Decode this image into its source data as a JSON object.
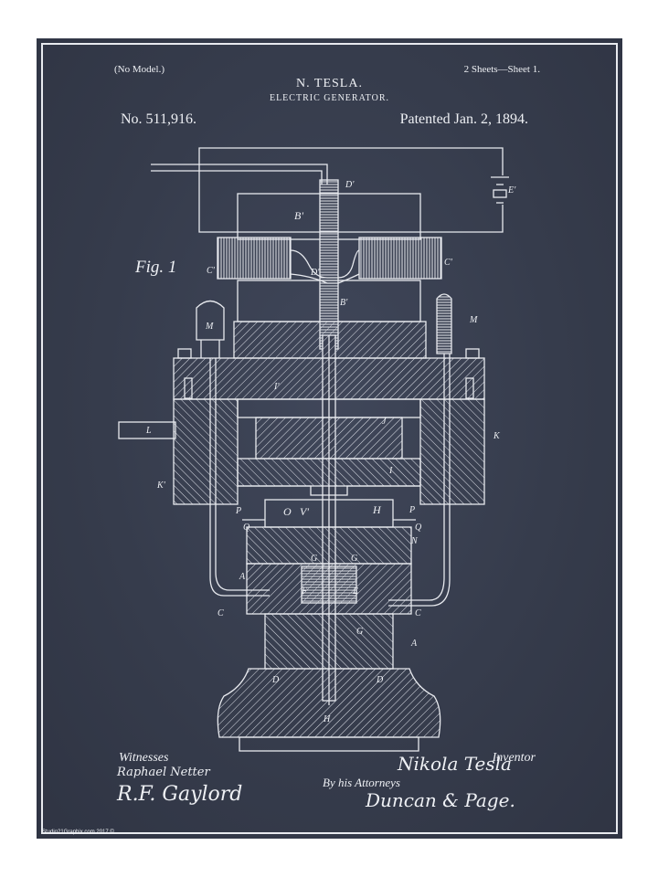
{
  "header": {
    "no_model": "(No Model.)",
    "sheets": "2 Sheets—Sheet 1.",
    "inventor_name": "N. TESLA.",
    "title": "ELECTRIC GENERATOR.",
    "patent_number": "No. 511,916.",
    "patent_date": "Patented Jan. 2, 1894."
  },
  "figure_label": "Fig. 1",
  "reference_letters": [
    "D'",
    "B'",
    "E'",
    "C'",
    "C'",
    "D'",
    "B'",
    "M",
    "M",
    "L",
    "I'",
    "J",
    "K",
    "I",
    "K'",
    "O",
    "V'",
    "H",
    "P",
    "P",
    "Q",
    "Q",
    "N",
    "G",
    "G",
    "A",
    "F",
    "E",
    "C",
    "C",
    "G",
    "A",
    "D",
    "D",
    "H"
  ],
  "footer": {
    "witnesses_label": "Witnesses",
    "inventor_label": "Inventor",
    "attorneys_label": "By his Attorneys",
    "witness_signature_1": "Raphael Netter",
    "witness_signature_2": "R.F. Gaylord",
    "inventor_signature": "Nikola Tesla",
    "attorney_signature": "Duncan & Page.",
    "credit": "Studio21Graphix.com 2017 ©"
  },
  "colors": {
    "background": "#363c4c",
    "ink": "#eef0f4",
    "outer": "#ffffff"
  }
}
